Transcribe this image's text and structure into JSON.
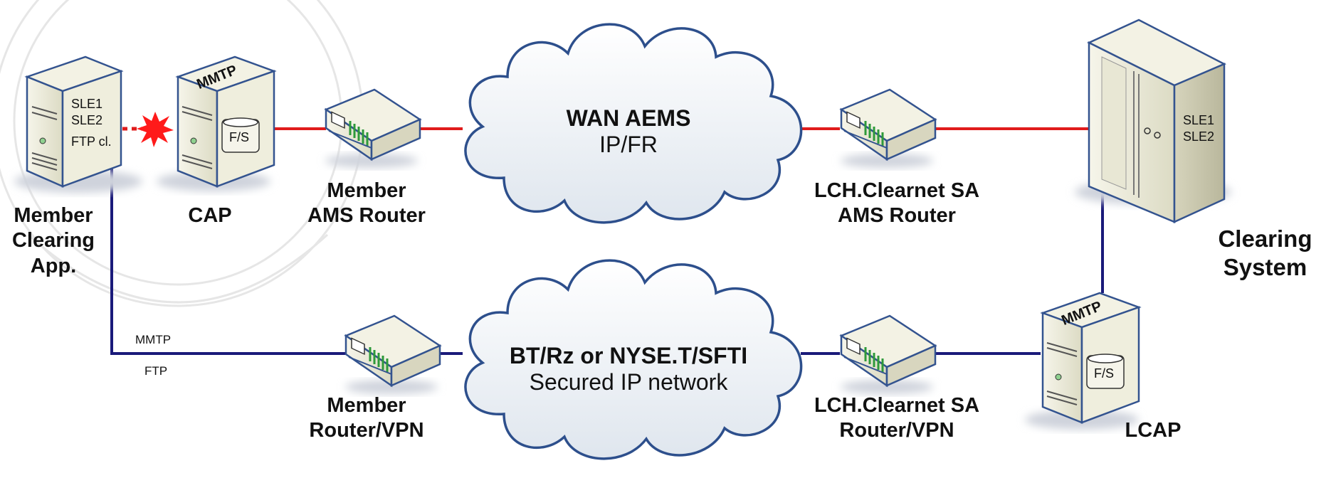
{
  "clouds": {
    "wan": {
      "title": "WAN AEMS",
      "subtitle": "IP/FR"
    },
    "bt": {
      "title": "BT/Rz or NYSE.T/SFTI",
      "subtitle": "Secured IP network"
    }
  },
  "nodes": {
    "member_app": {
      "lines": [
        "Member",
        "Clearing",
        "App."
      ],
      "inner": [
        "SLE1",
        "SLE2",
        "FTP cl."
      ]
    },
    "cap": {
      "label": "CAP",
      "tag": "MMTP",
      "disk": "F/S"
    },
    "member_ams_router": {
      "lines": [
        "Member",
        "AMS Router"
      ]
    },
    "lch_ams_router": {
      "lines": [
        "LCH.Clearnet SA",
        "AMS Router"
      ]
    },
    "clearing_system": {
      "lines": [
        "Clearing",
        "System"
      ],
      "inner": [
        "SLE1",
        "SLE2"
      ]
    },
    "member_router_vpn": {
      "lines": [
        "Member",
        "Router/VPN"
      ]
    },
    "lch_router_vpn": {
      "lines": [
        "LCH.Clearnet SA",
        "Router/VPN"
      ]
    },
    "lcap": {
      "label": "LCAP",
      "tag": "MMTP",
      "disk": "F/S"
    }
  },
  "links": {
    "protocol_1": "MMTP",
    "protocol_2": "FTP"
  },
  "colors": {
    "red_link": "#e01b1b",
    "blue_link": "#1a1a7a",
    "cloud_fill": "#eef2f6",
    "cloud_stroke": "#2d4f8c",
    "device_fill": "#ecebd8",
    "device_stroke": "#33538f",
    "router_port": "#2e9a3a",
    "alert": "#ff1a1a"
  }
}
